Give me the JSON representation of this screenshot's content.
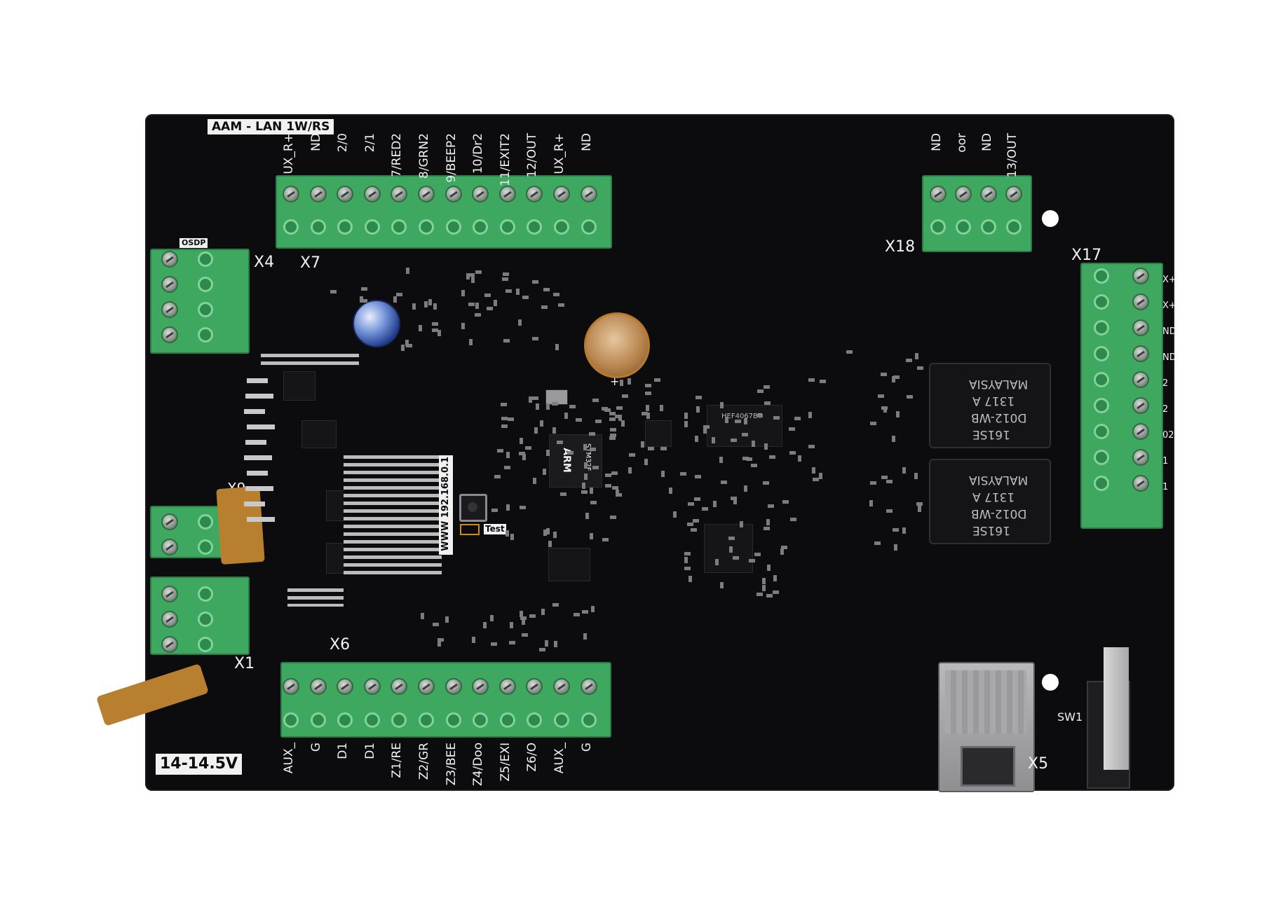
{
  "board": {
    "model": "AAM - LAN 1W/RS",
    "voltage": "14-14.5V",
    "ip": "WWW 192.168.0.1",
    "test": "Test",
    "osdp": "OSDP",
    "connectors": {
      "x1": "X1",
      "x4": "X4",
      "x5": "X5",
      "x6": "X6",
      "x7": "X7",
      "x9": "X9",
      "x17": "X17",
      "x18": "X18",
      "sw1": "SW1"
    },
    "x7_pins": [
      "UX_R+",
      "ND",
      "2/0",
      "2/1",
      "7/RED2",
      "8/GRN2",
      "9/BEEP2",
      "10/Dr2",
      "11/EXIT2",
      "12/OUT",
      "UX_R+",
      "ND"
    ],
    "x6_pins": [
      "AUX_",
      "G",
      "D1",
      "D1",
      "Z1/RE",
      "Z2/GR",
      "Z3/BEE",
      "Z4/Doo",
      "Z5/EXI",
      "Z6/O",
      "AUX_",
      "G"
    ],
    "x18_pins": [
      "ND",
      "oor",
      "ND",
      "13/OUT"
    ],
    "x17_pins": [
      "X+",
      "X+",
      "ND",
      "ND",
      "2",
      "2",
      "02",
      "1",
      "1"
    ],
    "relays": [
      {
        "line1": "MALAYSIA",
        "line2": "1317 A",
        "line3": "D012-WB",
        "line4": "161SE"
      },
      {
        "line1": "MALAYSIA",
        "line2": "1317 A",
        "line3": "D012-WB",
        "line4": "161SE"
      }
    ],
    "chips": {
      "mcu_brand": "ARM",
      "mcu_name": "STM32F",
      "mux": "HEF4067BT"
    }
  }
}
